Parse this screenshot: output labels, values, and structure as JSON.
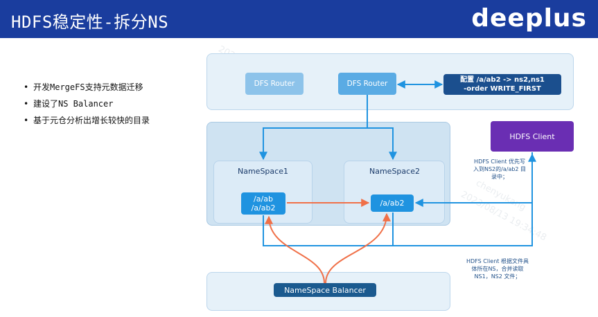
{
  "header": {
    "title": "HDFS稳定性-拆分NS",
    "logo": "deeplus"
  },
  "bullets": [
    "开发MergeFS支持元数据迁移",
    "建设了NS Balancer",
    "基于元仓分析出增长较快的目录"
  ],
  "diagram": {
    "router_left": "DFS Router",
    "router_right": "DFS Router",
    "config_lines": [
      "配置 /a/ab2 -> ns2,ns1",
      "-order WRITE_FIRST"
    ],
    "ns1": {
      "label": "NameSpace1",
      "paths": [
        "/a/ab",
        "/a/ab2"
      ]
    },
    "ns2": {
      "label": "NameSpace2",
      "path": "/a/ab2"
    },
    "client": "HDFS Client",
    "note_write": [
      "HDFS Client 优先写",
      "入到NS2的/a/ab2 目",
      "录中；"
    ],
    "note_read": [
      "HDFS Client 根据文件具",
      "体所在NS，合并读取",
      "NS1，NS2 文件；"
    ],
    "balancer": "NameSpace Balancer",
    "watermarks": [
      "chenyukang",
      "2023/08/13 19:34:48",
      "2023/08/13 19:34:48"
    ]
  },
  "colors": {
    "header_bg": "#1a3d9e",
    "arrow_blue": "#1f93e0",
    "arrow_orange": "#f07048",
    "client_purple": "#6a2eb3",
    "config_navy": "#1b4f8e"
  }
}
